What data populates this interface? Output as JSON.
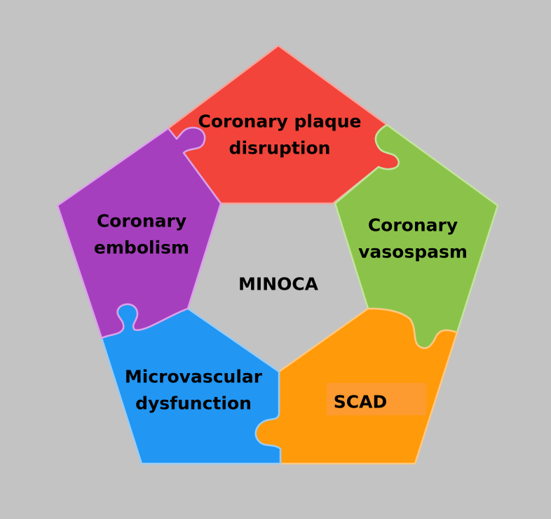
{
  "center": {
    "label": "MINOCA"
  },
  "pieces": [
    {
      "id": "plaque",
      "label_lines": [
        "Coronary plaque",
        "disruption"
      ],
      "color": "#f2443a"
    },
    {
      "id": "vasospasm",
      "label_lines": [
        "Coronary",
        "vasospasm"
      ],
      "color": "#8bc34a"
    },
    {
      "id": "scad",
      "label_lines": [
        "SCAD"
      ],
      "color": "#ff9a0a"
    },
    {
      "id": "microvascular",
      "label_lines": [
        "Microvascular",
        "dysfunction"
      ],
      "color": "#2196f3"
    },
    {
      "id": "embolism",
      "label_lines": [
        "Coronary",
        "embolism"
      ],
      "color": "#a63fbd"
    }
  ],
  "scad_highlight": "#fd9a30",
  "background": "#c3c3c3"
}
